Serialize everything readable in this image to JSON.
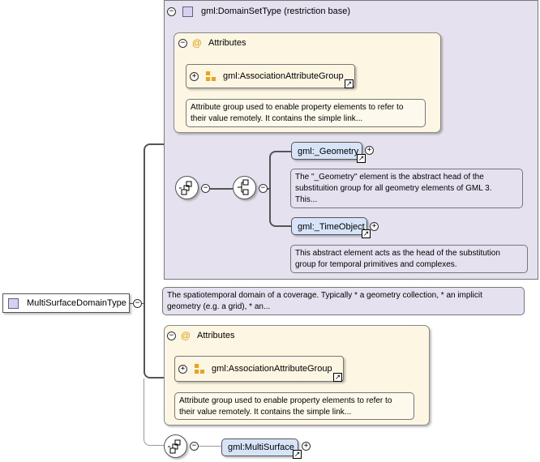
{
  "root": {
    "label": "MultiSurfaceDomainType"
  },
  "base": {
    "label": "gml:DomainSetType (restriction base)",
    "attributes": {
      "label": "Attributes",
      "group_label": "gml:AssociationAttributeGroup",
      "group_note": [
        "Attribute group used to enable property elements to refer to",
        "their value remotely. It contains the simple link..."
      ]
    },
    "choice": [
      {
        "label": "gml:_Geometry",
        "note": [
          "The \"_Geometry\" element is the abstract head of the",
          "substituition group for all geometry elements of GML 3.",
          "This..."
        ]
      },
      {
        "label": "gml:_TimeObject",
        "note": [
          "This abstract element acts as the head of the substitution",
          "group for temporal primitives and complexes."
        ]
      }
    ]
  },
  "root_note": [
    "The spatiotemporal domain of a coverage. Typically * a geometry collection, * an implicit",
    "geometry (e.g. a grid), * an..."
  ],
  "attributes": {
    "label": "Attributes",
    "group_label": "gml:AssociationAttributeGroup",
    "group_note": [
      "Attribute group used to enable property elements to refer to",
      "their value remotely. It contains the simple link..."
    ]
  },
  "element": {
    "label": "gml:MultiSurface"
  },
  "colors": {
    "type_fill": "#d9cfee",
    "attr_fill": "#fdf6e3",
    "element_fill": "#d7e4f7",
    "note_fill": "#e6e1ef",
    "base_fill": "#e6e1ef",
    "accent": "#e8a322"
  }
}
